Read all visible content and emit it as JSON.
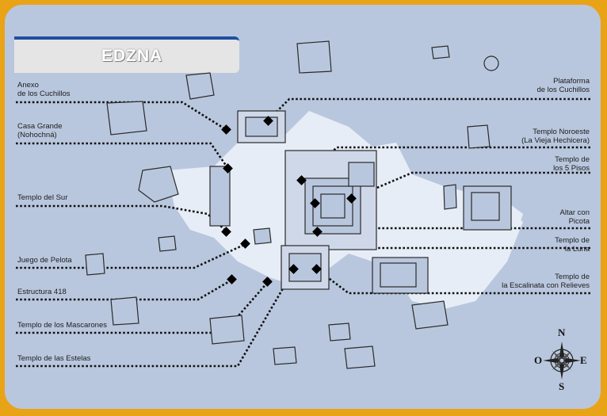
{
  "title": "EDZNA",
  "labels_left": [
    {
      "id": "anexo",
      "lines": [
        "Anexo",
        "de los Cuchillos"
      ]
    },
    {
      "id": "casa-grande",
      "lines": [
        "Casa Grande",
        "(Nohochná)"
      ]
    },
    {
      "id": "templo-sur",
      "lines": [
        "Templo del Sur"
      ]
    },
    {
      "id": "juego-pelota",
      "lines": [
        "Juego de Pelota"
      ]
    },
    {
      "id": "estructura-418",
      "lines": [
        "Estructura 418"
      ]
    },
    {
      "id": "templo-mascarones",
      "lines": [
        "Templo de los Mascarones"
      ]
    },
    {
      "id": "templo-estelas",
      "lines": [
        "Templo de las Estelas"
      ]
    }
  ],
  "labels_right": [
    {
      "id": "plataforma",
      "lines": [
        "Plataforma",
        "de los Cuchillos"
      ]
    },
    {
      "id": "templo-noroeste",
      "lines": [
        "Templo Noroeste",
        "(La Vieja Hechicera)"
      ]
    },
    {
      "id": "templo-5-pisos",
      "lines": [
        "Templo de",
        "los 5 Pisos"
      ]
    },
    {
      "id": "altar-picota",
      "lines": [
        "Altar con",
        "Picota"
      ]
    },
    {
      "id": "templo-luna",
      "lines": [
        "Templo de",
        "la Luna"
      ]
    },
    {
      "id": "templo-escalinata",
      "lines": [
        "Templo de",
        "la Escalinata con Relieves"
      ]
    }
  ],
  "compass": {
    "north": "N",
    "south": "S",
    "east": "E",
    "west": "O"
  },
  "colors": {
    "frame": "#e8a317",
    "background": "#b9c7de",
    "plaza": "#e7edf6",
    "line": "#111111",
    "title_accent": "#1f4fa0"
  }
}
